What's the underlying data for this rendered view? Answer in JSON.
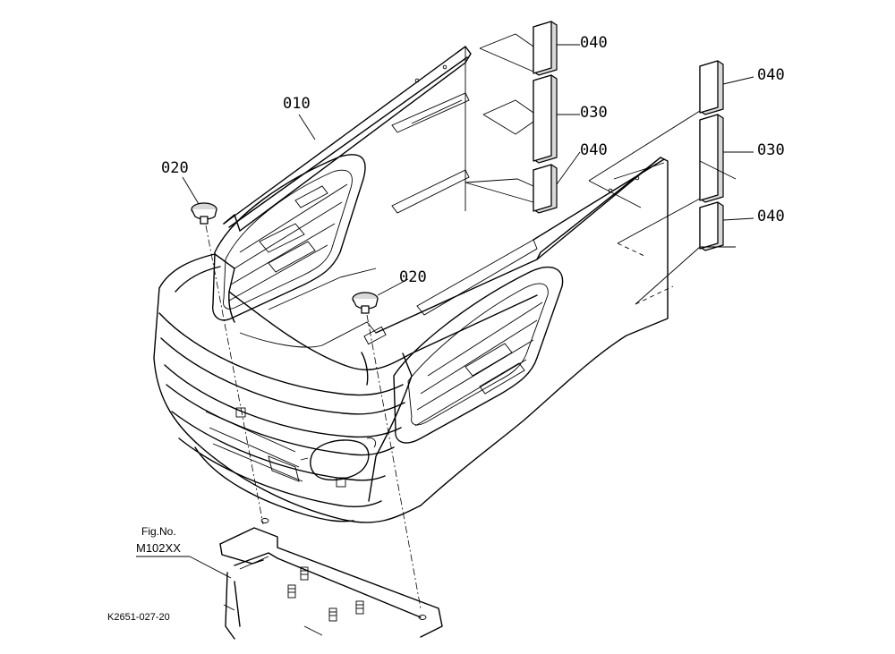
{
  "callouts": {
    "part_010": "010",
    "part_020_left": "020",
    "part_020_center": "020",
    "part_030_upper": "030",
    "part_030_right": "030",
    "part_040_top": "040",
    "part_040_mid": "040",
    "part_040_right_top": "040",
    "part_040_right_bottom": "040"
  },
  "figure_ref": {
    "label": "Fig.No.",
    "number": "M102XX"
  },
  "drawing_code": "K2651-027-20"
}
